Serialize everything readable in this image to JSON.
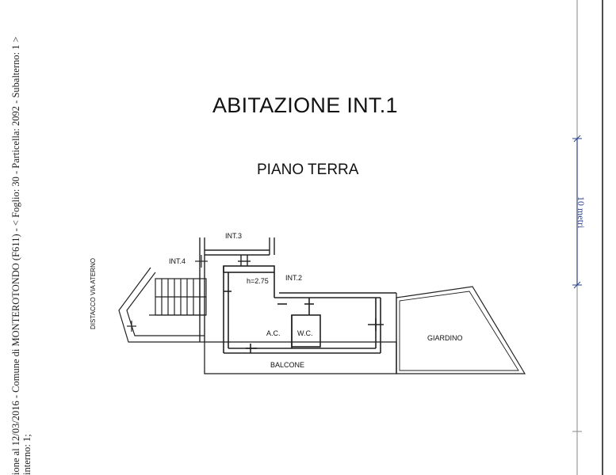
{
  "sidebar": {
    "line1": "ione al 12/03/2016 - Comune di MONTEROTONDO (F611) - < Foglio: 30 - Particella: 2092 - Subalterno: 1 >",
    "line2": "interno: 1;"
  },
  "title": "ABITAZIONE INT.1",
  "subtitle": "PIANO TERRA",
  "plan": {
    "labels": {
      "int3": "INT.3",
      "int4": "INT.4",
      "int2": "INT.2",
      "height": "h=2.75",
      "ac": "A.C.",
      "wc": "W.C.",
      "giardino": "GIARDINO",
      "balcone": "BALCONE",
      "distacco": "DISTACCO VIA ATERNO"
    }
  },
  "scale": {
    "label": "10 metri",
    "color": "#2a3f8f"
  }
}
